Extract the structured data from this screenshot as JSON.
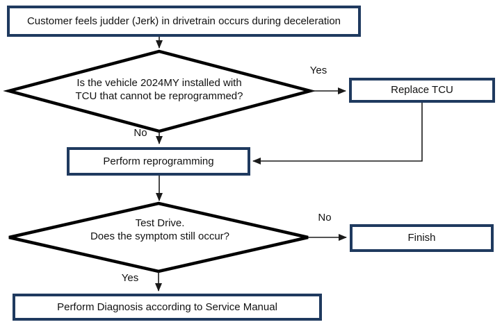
{
  "colors": {
    "box_border": "#1f3a5f",
    "diamond_border": "#000000",
    "connector": "#1a1a1a",
    "text": "#111111",
    "background": "#ffffff"
  },
  "nodes": {
    "start": {
      "label": "Customer feels judder (Jerk) in drivetrain occurs during deceleration"
    },
    "decision_tcu": {
      "line1": "Is the vehicle 2024MY installed with",
      "line2": "TCU that cannot be reprogrammed?"
    },
    "replace_tcu": {
      "label": "Replace TCU"
    },
    "reprogram": {
      "label": "Perform reprogramming"
    },
    "decision_test_drive": {
      "line1": "Test Drive.",
      "line2": "Does the symptom still occur?"
    },
    "finish": {
      "label": "Finish"
    },
    "diagnosis": {
      "label": "Perform Diagnosis according to Service Manual"
    }
  },
  "edge_labels": {
    "tcu_yes": "Yes",
    "tcu_no": "No",
    "test_drive_no": "No",
    "test_drive_yes": "Yes"
  }
}
